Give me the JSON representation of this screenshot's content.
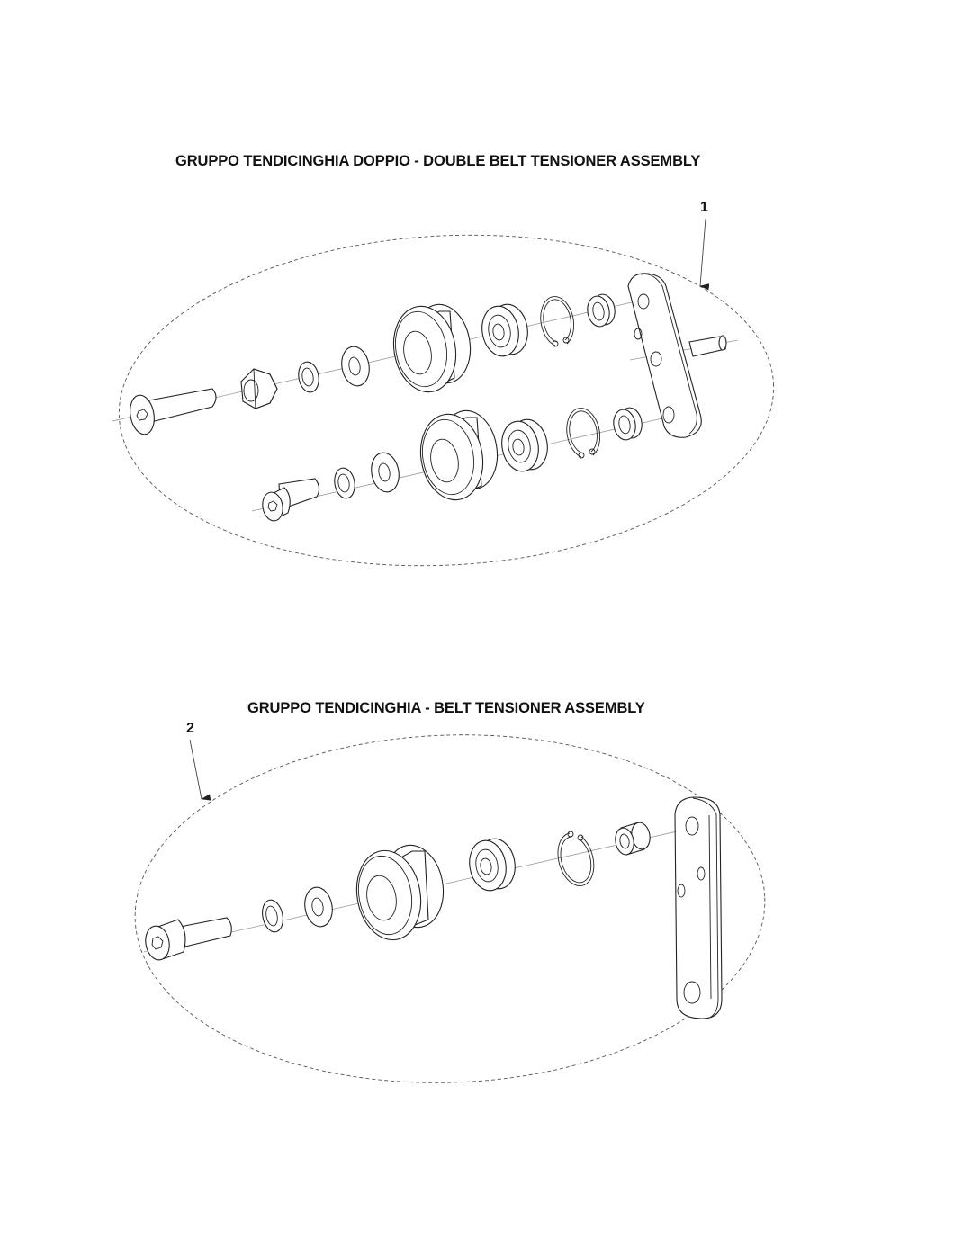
{
  "page": {
    "background": "#ffffff",
    "line_color": "#222222"
  },
  "assemblies": [
    {
      "title": "GRUPPO TENDICINGHIA DOPPIO - DOUBLE BELT TENSIONER ASSEMBLY",
      "callout": "1",
      "parts_row_upper": [
        "countersunk-screw",
        "hex-nut",
        "spring-washer",
        "flat-washer",
        "pulley",
        "ball-bearing",
        "circlip",
        "spacer",
        "tensioner-arm-with-pin"
      ],
      "parts_row_lower": [
        "socket-head-screw",
        "spring-washer",
        "flat-washer",
        "pulley",
        "ball-bearing",
        "circlip",
        "spacer"
      ]
    },
    {
      "title": "GRUPPO TENDICINGHIA - BELT TENSIONER ASSEMBLY",
      "callout": "2",
      "parts_row": [
        "socket-head-screw",
        "spring-washer",
        "flat-washer",
        "pulley",
        "ball-bearing",
        "circlip",
        "spacer",
        "tensioner-arm"
      ]
    }
  ]
}
